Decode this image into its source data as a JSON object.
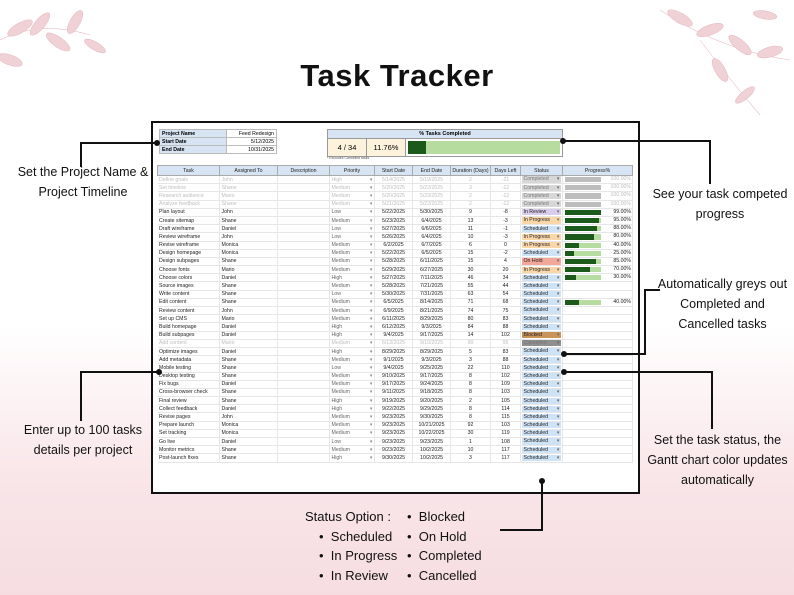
{
  "title": "Task Tracker",
  "project": {
    "name_label": "Project Name",
    "name_value": "Feed Redesign",
    "start_label": "Start Date",
    "start_value": "5/12/2025",
    "end_label": "End Date",
    "end_value": "10/31/2025"
  },
  "progress": {
    "header": "% Tasks Completed",
    "count": "4 / 34",
    "percent": "11.76%",
    "fraction": 0.1176,
    "note": "* Excludes Cancelled tasks"
  },
  "columns": [
    "Task",
    "Assigned To",
    "Description",
    "Priority",
    "Start Date",
    "End Date",
    "Duration (Days)",
    "Days Left",
    "Status",
    "Progress%"
  ],
  "status_colors": {
    "Completed": "#d7d7d7",
    "In Review": "#d9ccec",
    "In Progress": "#f9d7a8",
    "Scheduled": "#cfe3f7",
    "On Hold": "#f3a79a",
    "Blocked": "#c9935c",
    "Cancelled": "#8f8f8f"
  },
  "rows": [
    {
      "task": "Define goals",
      "assigned": "John",
      "priority": "High",
      "start": "5/14/2025",
      "end": "5/19/2025",
      "duration": "2",
      "days_left": "-21",
      "status": "Completed",
      "progress": "100.00%",
      "p": 1.0,
      "grey": true
    },
    {
      "task": "Set timeline",
      "assigned": "Shane",
      "priority": "Medium",
      "start": "5/20/2025",
      "end": "5/22/2025",
      "duration": "3",
      "days_left": "-12",
      "status": "Completed",
      "progress": "100.00%",
      "p": 1.0,
      "grey": true
    },
    {
      "task": "Research audience",
      "assigned": "Mario",
      "priority": "Medium",
      "start": "5/20/2025",
      "end": "5/23/2025",
      "duration": "2",
      "days_left": "-12",
      "status": "Completed",
      "progress": "100.00%",
      "p": 1.0,
      "grey": true
    },
    {
      "task": "Analyze feedback",
      "assigned": "Shane",
      "priority": "Medium",
      "start": "5/21/2025",
      "end": "5/22/2025",
      "duration": "2",
      "days_left": "-12",
      "status": "Completed",
      "progress": "100.00%",
      "p": 1.0,
      "grey": true
    },
    {
      "task": "Plan layout",
      "assigned": "John",
      "priority": "Low",
      "start": "5/22/2025",
      "end": "5/30/2025",
      "duration": "9",
      "days_left": "-8",
      "status": "In Review",
      "progress": "99.00%",
      "p": 0.99
    },
    {
      "task": "Create sitemap",
      "assigned": "Shane",
      "priority": "Medium",
      "start": "5/23/2025",
      "end": "6/4/2025",
      "duration": "13",
      "days_left": "-3",
      "status": "In Progress",
      "progress": "95.00%",
      "p": 0.95
    },
    {
      "task": "Draft wireframe",
      "assigned": "Daniel",
      "priority": "Low",
      "start": "5/27/2025",
      "end": "6/6/2025",
      "duration": "11",
      "days_left": "-1",
      "status": "Scheduled",
      "progress": "88.00%",
      "p": 0.88
    },
    {
      "task": "Review wireframe",
      "assigned": "John",
      "priority": "Low",
      "start": "5/26/2025",
      "end": "6/4/2025",
      "duration": "10",
      "days_left": "-3",
      "status": "In Progress",
      "progress": "80.00%",
      "p": 0.8
    },
    {
      "task": "Revise wireframe",
      "assigned": "Monica",
      "priority": "Medium",
      "start": "6/2/2025",
      "end": "6/7/2025",
      "duration": "6",
      "days_left": "0",
      "status": "In Progress",
      "progress": "40.00%",
      "p": 0.4
    },
    {
      "task": "Design homepage",
      "assigned": "Monica",
      "priority": "Medium",
      "start": "5/22/2025",
      "end": "6/5/2025",
      "duration": "15",
      "days_left": "-2",
      "status": "Scheduled",
      "progress": "25.00%",
      "p": 0.25
    },
    {
      "task": "Design subpages",
      "assigned": "Shane",
      "priority": "Medium",
      "start": "5/28/2025",
      "end": "6/11/2025",
      "duration": "15",
      "days_left": "4",
      "status": "On Hold",
      "progress": "85.00%",
      "p": 0.85
    },
    {
      "task": "Choose fonts",
      "assigned": "Mario",
      "priority": "Medium",
      "start": "5/29/2025",
      "end": "6/27/2025",
      "duration": "30",
      "days_left": "20",
      "status": "In Progress",
      "progress": "70.00%",
      "p": 0.7
    },
    {
      "task": "Choose colors",
      "assigned": "Daniel",
      "priority": "High",
      "start": "5/27/2025",
      "end": "7/11/2025",
      "duration": "46",
      "days_left": "34",
      "status": "Scheduled",
      "progress": "30.00%",
      "p": 0.3
    },
    {
      "task": "Source images",
      "assigned": "Shane",
      "priority": "Medium",
      "start": "5/28/2025",
      "end": "7/21/2025",
      "duration": "55",
      "days_left": "44",
      "status": "Scheduled",
      "progress": "",
      "p": 0
    },
    {
      "task": "Write content",
      "assigned": "Shane",
      "priority": "Low",
      "start": "5/30/2025",
      "end": "7/31/2025",
      "duration": "63",
      "days_left": "54",
      "status": "Scheduled",
      "progress": "",
      "p": 0
    },
    {
      "task": "Edit content",
      "assigned": "Shane",
      "priority": "Medium",
      "start": "6/5/2025",
      "end": "8/14/2025",
      "duration": "71",
      "days_left": "68",
      "status": "Scheduled",
      "progress": "40.00%",
      "p": 0.4
    },
    {
      "task": "Review content",
      "assigned": "John",
      "priority": "Medium",
      "start": "6/9/2025",
      "end": "8/21/2025",
      "duration": "74",
      "days_left": "75",
      "status": "Scheduled",
      "progress": "",
      "p": 0
    },
    {
      "task": "Set up CMS",
      "assigned": "Mario",
      "priority": "Medium",
      "start": "6/11/2025",
      "end": "8/29/2025",
      "duration": "80",
      "days_left": "83",
      "status": "Scheduled",
      "progress": "",
      "p": 0
    },
    {
      "task": "Build homepage",
      "assigned": "Daniel",
      "priority": "High",
      "start": "6/12/2025",
      "end": "9/3/2025",
      "duration": "84",
      "days_left": "88",
      "status": "Scheduled",
      "progress": "",
      "p": 0
    },
    {
      "task": "Build subpages",
      "assigned": "Daniel",
      "priority": "High",
      "start": "9/4/2025",
      "end": "9/17/2025",
      "duration": "14",
      "days_left": "102",
      "status": "Blocked",
      "progress": "",
      "p": 0
    },
    {
      "task": "Add content",
      "assigned": "Mario",
      "priority": "Medium",
      "start": "6/13/2025",
      "end": "9/10/2025",
      "duration": "90",
      "days_left": "95",
      "status": "Cancelled",
      "progress": "",
      "p": 0,
      "grey": true
    },
    {
      "task": "Optimize images",
      "assigned": "Daniel",
      "priority": "High",
      "start": "8/29/2025",
      "end": "8/29/2025",
      "duration": "5",
      "days_left": "83",
      "status": "Scheduled",
      "progress": "",
      "p": 0
    },
    {
      "task": "Add metadata",
      "assigned": "Shane",
      "priority": "Medium",
      "start": "9/1/2025",
      "end": "9/3/2025",
      "duration": "3",
      "days_left": "88",
      "status": "Scheduled",
      "progress": "",
      "p": 0
    },
    {
      "task": "Mobile testing",
      "assigned": "Shane",
      "priority": "Low",
      "start": "9/4/2025",
      "end": "9/25/2025",
      "duration": "22",
      "days_left": "110",
      "status": "Scheduled",
      "progress": "",
      "p": 0
    },
    {
      "task": "Desktop testing",
      "assigned": "Shane",
      "priority": "Medium",
      "start": "9/10/2025",
      "end": "9/17/2025",
      "duration": "8",
      "days_left": "102",
      "status": "Scheduled",
      "progress": "",
      "p": 0
    },
    {
      "task": "Fix bugs",
      "assigned": "Daniel",
      "priority": "Medium",
      "start": "9/17/2025",
      "end": "9/24/2025",
      "duration": "8",
      "days_left": "109",
      "status": "Scheduled",
      "progress": "",
      "p": 0
    },
    {
      "task": "Cross-browser check",
      "assigned": "Shane",
      "priority": "Medium",
      "start": "9/11/2025",
      "end": "9/18/2025",
      "duration": "8",
      "days_left": "103",
      "status": "Scheduled",
      "progress": "",
      "p": 0
    },
    {
      "task": "Final review",
      "assigned": "Shane",
      "priority": "High",
      "start": "9/19/2025",
      "end": "9/20/2025",
      "duration": "2",
      "days_left": "105",
      "status": "Scheduled",
      "progress": "",
      "p": 0
    },
    {
      "task": "Collect feedback",
      "assigned": "Daniel",
      "priority": "High",
      "start": "9/22/2025",
      "end": "9/29/2025",
      "duration": "8",
      "days_left": "114",
      "status": "Scheduled",
      "progress": "",
      "p": 0
    },
    {
      "task": "Revise pages",
      "assigned": "John",
      "priority": "Medium",
      "start": "9/23/2025",
      "end": "9/30/2025",
      "duration": "8",
      "days_left": "115",
      "status": "Scheduled",
      "progress": "",
      "p": 0
    },
    {
      "task": "Prepare launch",
      "assigned": "Monica",
      "priority": "Medium",
      "start": "9/23/2025",
      "end": "10/21/2025",
      "duration": "92",
      "days_left": "103",
      "status": "Scheduled",
      "progress": "",
      "p": 0
    },
    {
      "task": "Set tracking",
      "assigned": "Monica",
      "priority": "Medium",
      "start": "9/23/2025",
      "end": "10/22/2025",
      "duration": "30",
      "days_left": "119",
      "status": "Scheduled",
      "progress": "",
      "p": 0
    },
    {
      "task": "Go live",
      "assigned": "Daniel",
      "priority": "Low",
      "start": "9/23/2025",
      "end": "9/23/2025",
      "duration": "1",
      "days_left": "108",
      "status": "Scheduled",
      "progress": "",
      "p": 0
    },
    {
      "task": "Monitor metrics",
      "assigned": "Shane",
      "priority": "Medium",
      "start": "9/23/2025",
      "end": "10/2/2025",
      "duration": "10",
      "days_left": "117",
      "status": "Scheduled",
      "progress": "",
      "p": 0
    },
    {
      "task": "Post-launch fixes",
      "assigned": "Shane",
      "priority": "High",
      "start": "9/30/2025",
      "end": "10/2/2025",
      "duration": "3",
      "days_left": "117",
      "status": "Scheduled",
      "progress": "",
      "p": 0
    }
  ],
  "annotations": {
    "project": "Set the Project Name & Project Timeline",
    "progress": "See your task competed progress",
    "greys": "Automatically greys out Completed and Cancelled tasks",
    "tasks": "Enter up to 100 tasks details per project",
    "status": "Set the task status, the Gantt chart color updates automatically"
  },
  "status_options": {
    "label": "Status Option :",
    "col1": [
      "Scheduled",
      "In Progress",
      "In Review"
    ],
    "col2": [
      "Blocked",
      "On Hold",
      "Completed",
      "Cancelled"
    ]
  }
}
